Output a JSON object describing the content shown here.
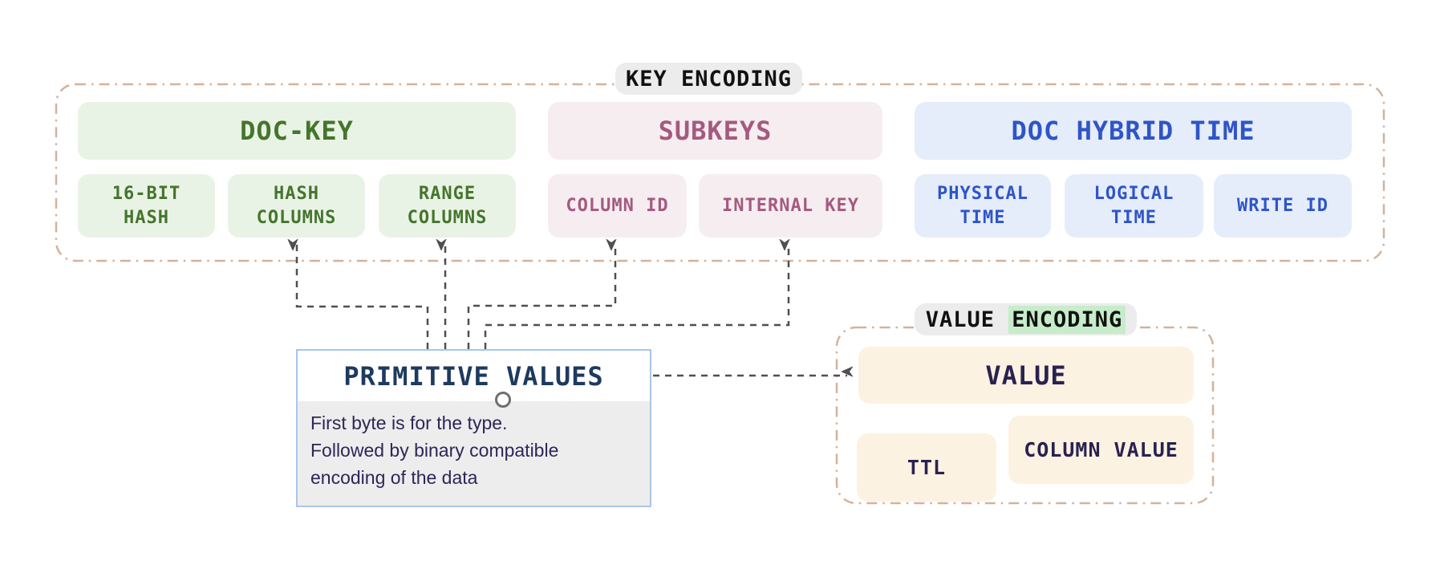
{
  "key_encoding": {
    "badge": "KEY ENCODING",
    "doc_key": {
      "title": "DOC-KEY",
      "items": [
        "16-BIT\nHASH",
        "HASH\nCOLUMNS",
        "RANGE\nCOLUMNS"
      ]
    },
    "subkeys": {
      "title": "SUBKEYS",
      "items": [
        "COLUMN ID",
        "INTERNAL KEY"
      ]
    },
    "doc_hybrid_time": {
      "title": "DOC HYBRID TIME",
      "items": [
        "PHYSICAL\nTIME",
        "LOGICAL\nTIME",
        "WRITE ID"
      ]
    }
  },
  "primitive_values": {
    "title": "PRIMITIVE VALUES",
    "description": "First byte is for the type.\nFollowed by binary compatible\nencoding of the data"
  },
  "value_encoding": {
    "badge_prefix": "VALUE ",
    "badge_highlight": "ENCODING",
    "value_label": "VALUE",
    "ttl_label": "TTL",
    "column_value_label": "COLUMN VALUE"
  },
  "colors": {
    "doc_key_bg": "#e9f3e5",
    "doc_key_text": "#44752c",
    "subkeys_bg": "#f6edf0",
    "subkeys_text": "#a45a80",
    "hybrid_time_bg": "#e5ecfa",
    "hybrid_time_text": "#2e55c7",
    "value_bg": "#fcf2e2",
    "value_text": "#292250",
    "badge_bg": "#ececec",
    "badge_highlight_bg": "#c7ecca",
    "container_border": "#d3b29b",
    "arrow": "#4f4f4f",
    "panel_border": "#a9c6e8",
    "panel_title": "#1d3a5f",
    "panel_body_bg": "#ededed"
  }
}
